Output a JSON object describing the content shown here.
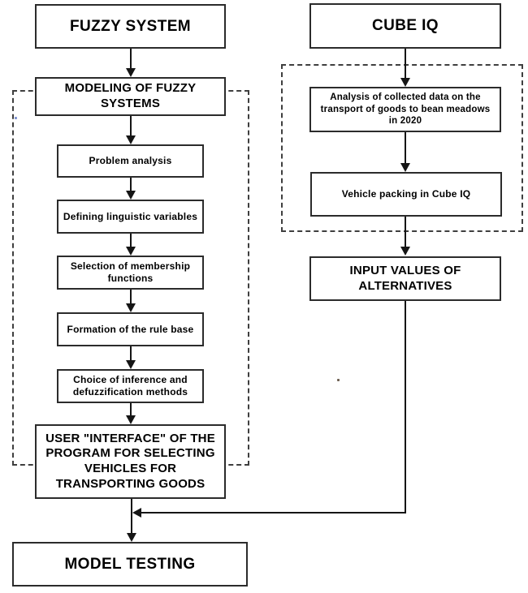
{
  "diagram": {
    "colors": {
      "background": "#ffffff",
      "box_border": "#2b2b2b",
      "dashed_border": "#3f3f3f",
      "arrow": "#151515",
      "text": "#000000"
    },
    "boxes": {
      "fuzzy_system": {
        "label": "FUZZY SYSTEM"
      },
      "cube_iq": {
        "label": "CUBE IQ"
      },
      "modeling": {
        "label": "MODELING OF FUZZY\nSYSTEMS"
      },
      "problem_analysis": {
        "label": "Problem analysis"
      },
      "defining_vars": {
        "label": "Defining linguistic variables"
      },
      "selection_membership": {
        "label": "Selection of membership\nfunctions"
      },
      "formation_rule_base": {
        "label": "Formation of the rule base"
      },
      "choice_inference": {
        "label": "Choice of inference and\ndefuzzification methods"
      },
      "user_interface": {
        "label": "USER \"INTERFACE\" OF THE\nPROGRAM FOR SELECTING\nVEHICLES FOR\nTRANSPORTING GOODS"
      },
      "analysis_collected": {
        "label": "Analysis of collected data on the\ntransport of goods to bean meadows\nin 2020"
      },
      "vehicle_packing": {
        "label": "Vehicle packing in Cube IQ"
      },
      "input_values": {
        "label": "INPUT VALUES OF\nALTERNATIVES"
      },
      "model_testing": {
        "label": "MODEL TESTING"
      }
    }
  }
}
